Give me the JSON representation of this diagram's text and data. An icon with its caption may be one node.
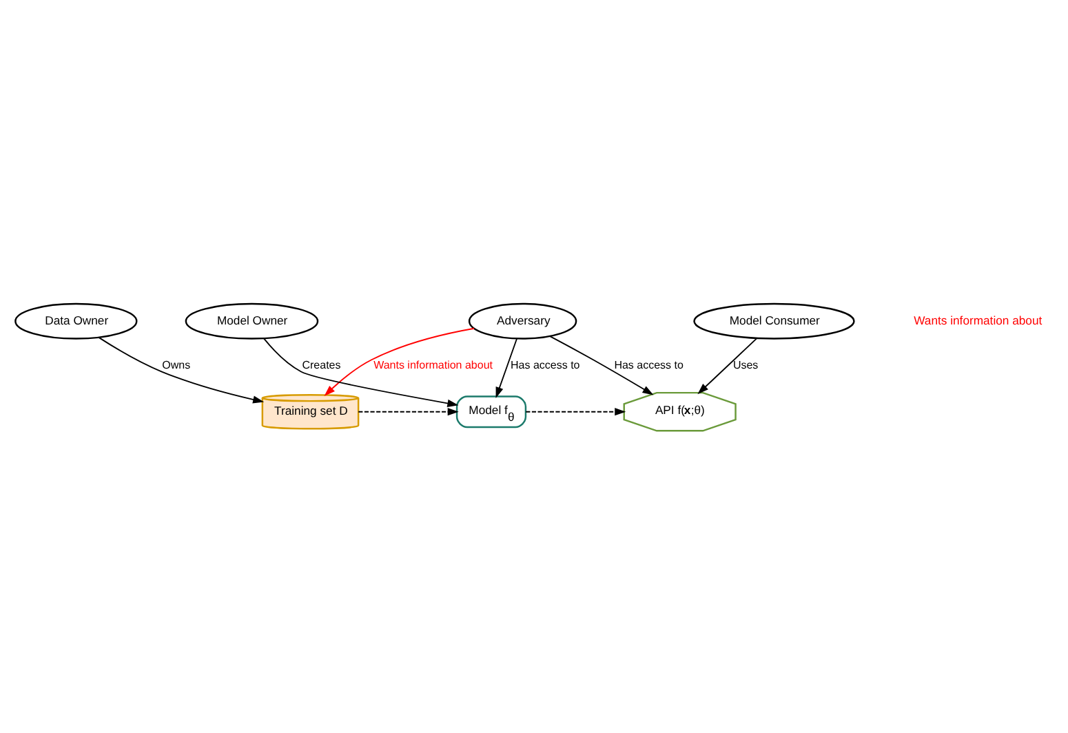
{
  "diagram": {
    "nodes": [
      {
        "text": [
          "Adversary"
        ]
      },
      {
        "text": [
          "Training set D"
        ]
      },
      {
        "text": [
          "Model f$_{θ}$"
        ]
      },
      {
        "text": [
          "API f(**x**;θ)"
        ]
      },
      {
        "text": [
          "Data Owner"
        ]
      },
      {
        "text": [
          "Model Owner"
        ]
      },
      {
        "text": [
          "Model Consumer"
        ]
      }
    ],
    "edges": [
      {
        "from": 0,
        "to": 1,
        "arrow": "to",
        "label": "Wants information about",
        "color": "#ff0000"
      },
      {
        "from": 0,
        "to": 2,
        "arrow": "to",
        "label": "Has access to"
      },
      {
        "from": 0,
        "to": 3,
        "arrow": "to",
        "label": "Has access to"
      },
      {
        "from": 1,
        "to": 2,
        "arrow": "to",
        "style": "dashed"
      },
      {
        "from": 2,
        "to": 3,
        "arrow": "to",
        "style": "dashed"
      },
      {
        "from": 4,
        "to": 1,
        "arrow": "to",
        "label": "Owns"
      },
      {
        "from": 5,
        "to": 2,
        "arrow": "to",
        "label": "Creates"
      },
      {
        "from": 6,
        "to": 3,
        "arrow": "to",
        "label": "Uses"
      }
    ],
    "labels": [
      "Wants information about"
    ]
  }
}
